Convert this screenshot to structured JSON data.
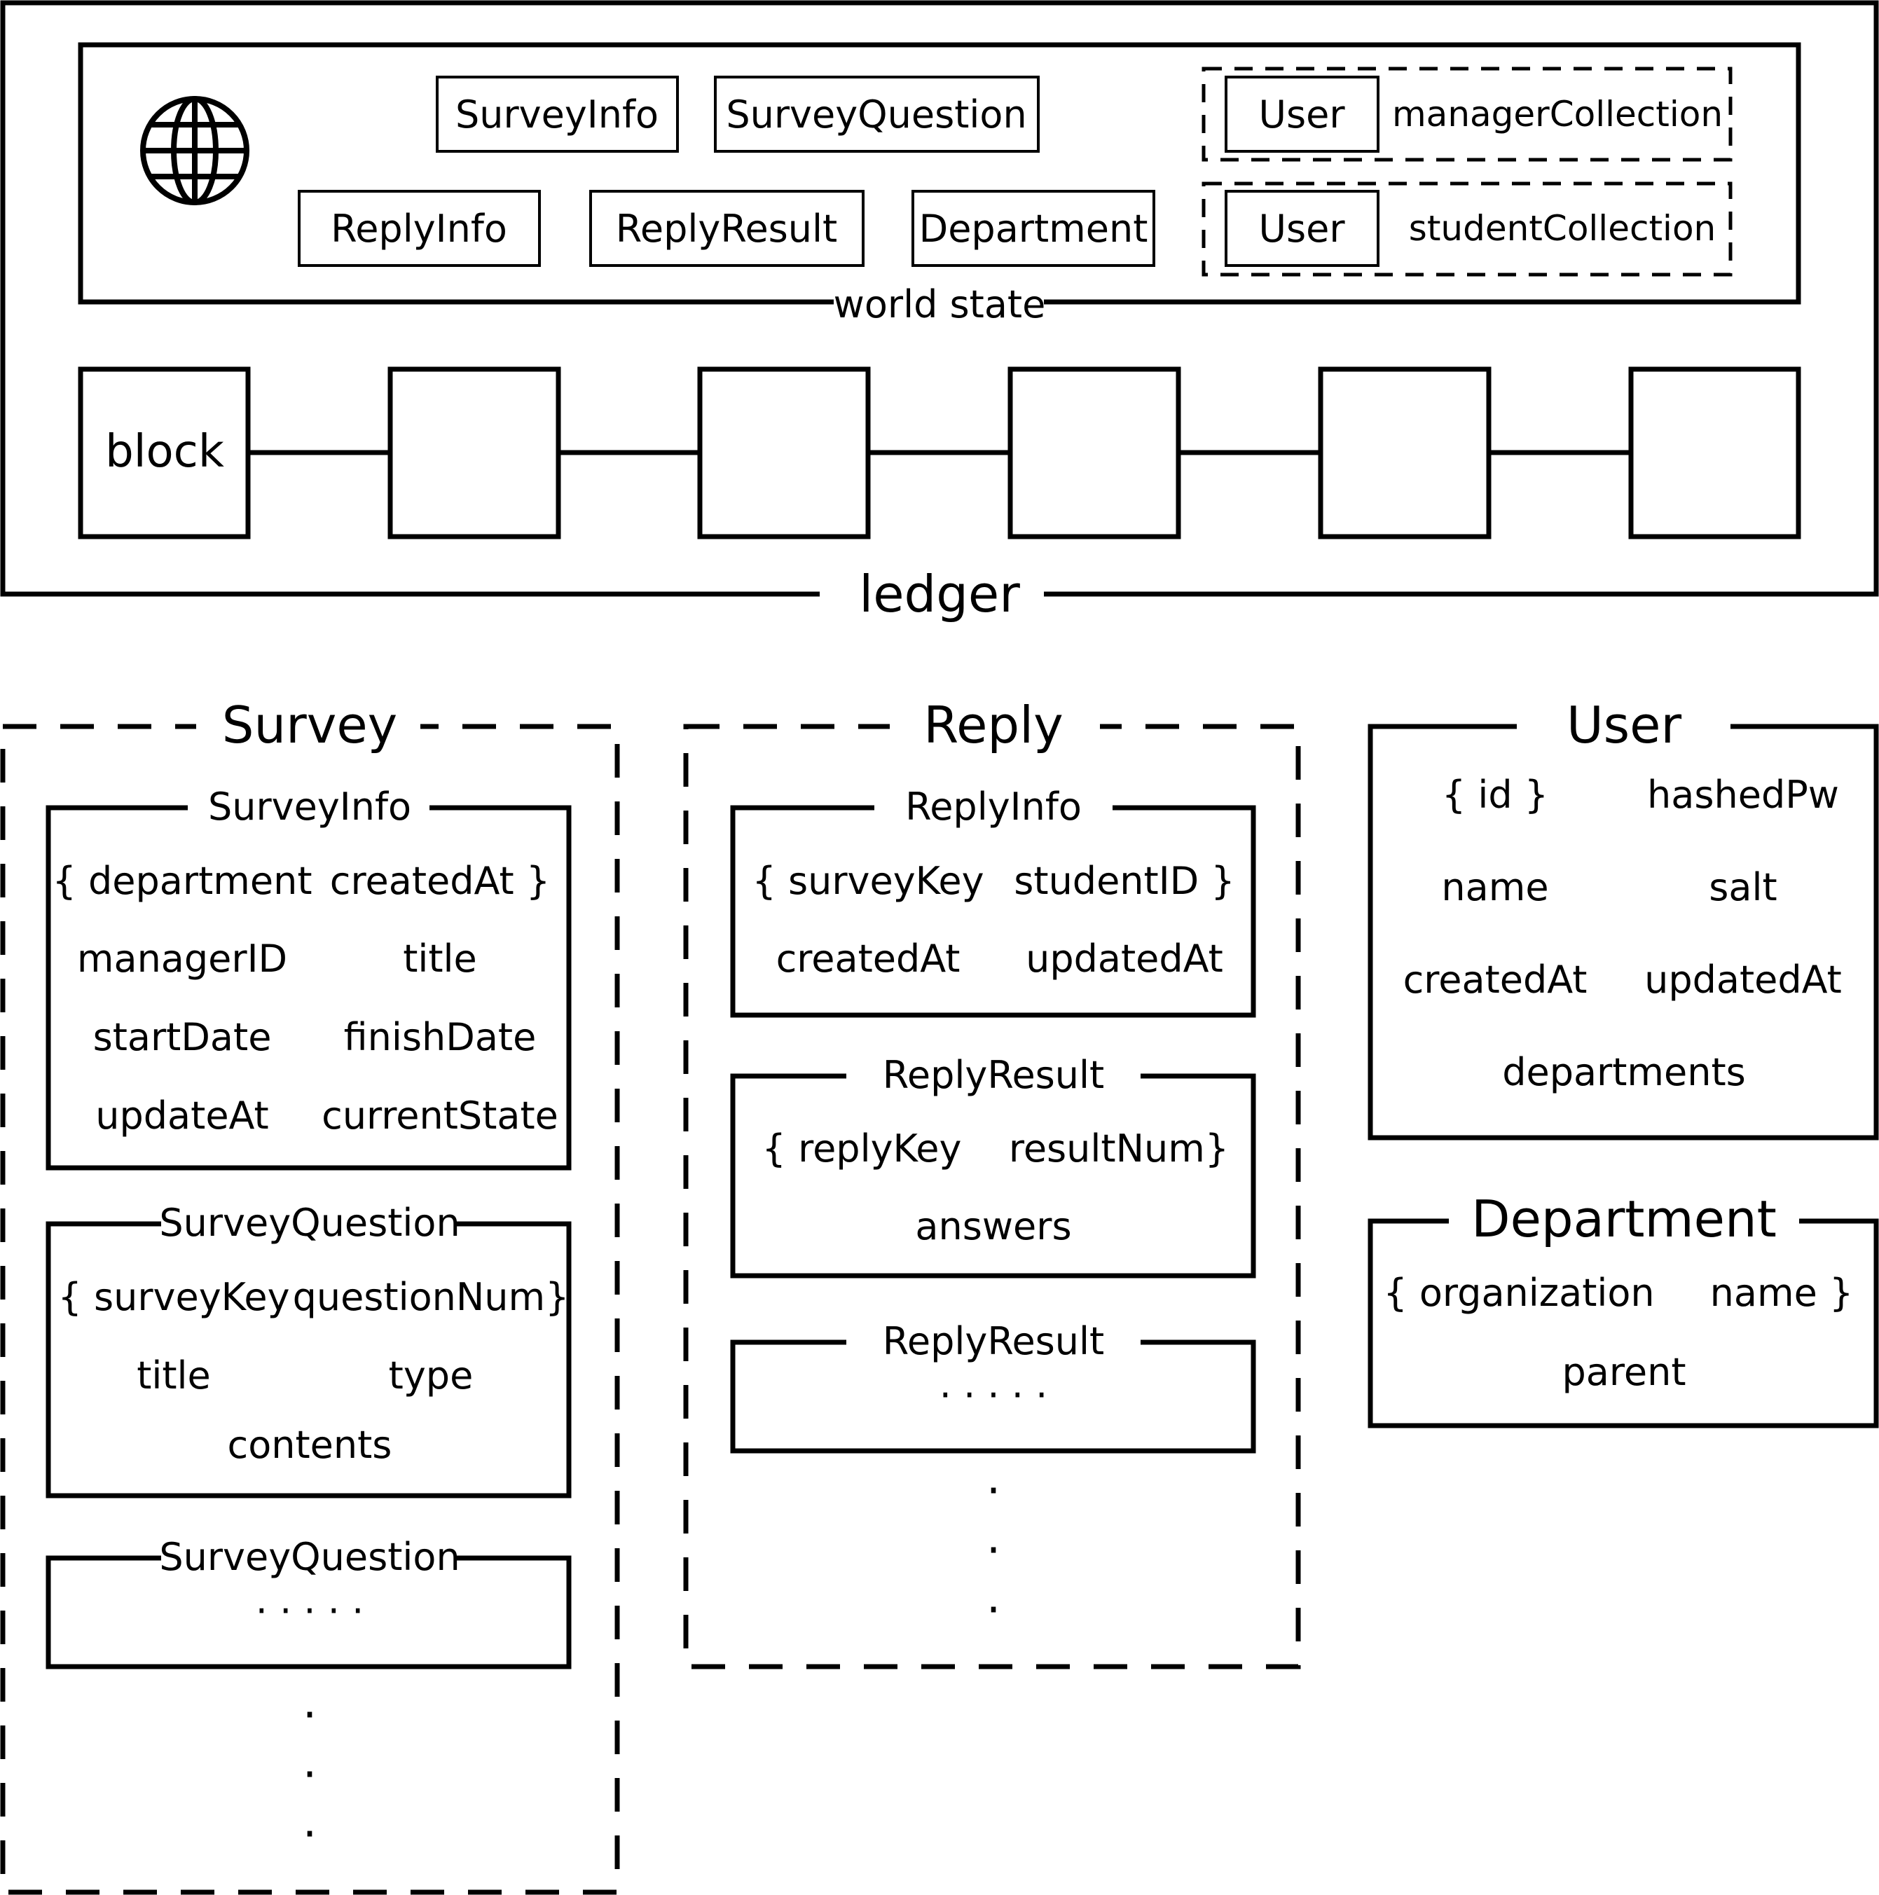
{
  "ledger": {
    "label": "ledger",
    "world_state": {
      "label": "world state",
      "globe_icon": "globe-icon",
      "items": [
        "SurveyInfo",
        "SurveyQuestion",
        "ReplyInfo",
        "ReplyResult",
        "Department"
      ],
      "collections": [
        {
          "item": "User",
          "name": "managerCollection"
        },
        {
          "item": "User",
          "name": "studentCollection"
        }
      ]
    },
    "blockchain": {
      "first_block_label": "block"
    }
  },
  "survey": {
    "title": "Survey",
    "survey_info": {
      "title": "SurveyInfo",
      "fields": [
        "{ department",
        "createdAt }",
        "managerID",
        "title",
        "startDate",
        "finishDate",
        "updateAt",
        "currentState"
      ]
    },
    "survey_question": {
      "title": "SurveyQuestion",
      "fields": [
        "{ surveyKey",
        "questionNum}",
        "title",
        "type",
        "contents"
      ]
    },
    "survey_question_2": {
      "title": "SurveyQuestion",
      "ellipsis": "· · · · ·"
    },
    "more": [
      "·",
      "·",
      "·"
    ]
  },
  "reply": {
    "title": "Reply",
    "reply_info": {
      "title": "ReplyInfo",
      "fields": [
        "{ surveyKey",
        "studentID }",
        "createdAt",
        "updatedAt"
      ]
    },
    "reply_result": {
      "title": "ReplyResult",
      "fields": [
        "{ replyKey",
        "resultNum}",
        "answers"
      ]
    },
    "reply_result_2": {
      "title": "ReplyResult",
      "ellipsis": "· · · · ·"
    },
    "more": [
      "·",
      "·",
      "·"
    ]
  },
  "user": {
    "title": "User",
    "fields": [
      "{ id }",
      "hashedPw",
      "name",
      "salt",
      "createdAt",
      "updatedAt",
      "departments"
    ]
  },
  "department": {
    "title": "Department",
    "fields": [
      "{ organization",
      "name }",
      "parent"
    ]
  }
}
